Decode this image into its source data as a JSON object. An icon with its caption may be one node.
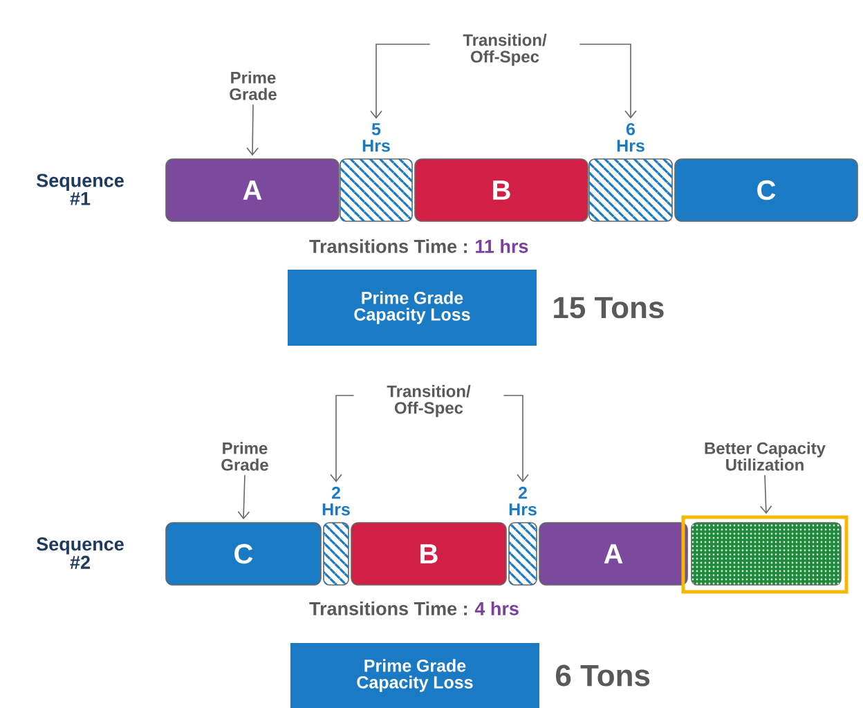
{
  "diagram": {
    "nodes": [
      {
        "text": [
          "Prime Grade"
        ]
      },
      {
        "text": [
          "Transition/ Off-Spec"
        ]
      },
      {
        "text": [
          "A"
        ]
      },
      {
        "text": [],
        "shape": "box",
        "beside": [
          "5 Hrs"
        ]
      },
      {
        "text": [
          "B"
        ]
      },
      {
        "text": [],
        "shape": "box",
        "beside": [
          "6 Hrs"
        ]
      },
      {
        "text": [
          "C"
        ]
      },
      {
        "text": [
          "Prime Grade Capacity Loss"
        ],
        "beside": [
          "15 Tons"
        ]
      },
      {
        "text": [
          "Prime Grade"
        ]
      },
      {
        "text": [
          "Transition/ Off-Spec"
        ]
      },
      {
        "text": [
          "Better Capacity Utilization"
        ]
      },
      {
        "text": [
          "C"
        ]
      },
      {
        "text": [],
        "shape": "box",
        "beside": [
          "2 Hrs"
        ]
      },
      {
        "text": [
          "B"
        ]
      },
      {
        "text": [],
        "shape": "box",
        "beside": [
          "2 Hrs"
        ]
      },
      {
        "text": [
          "A"
        ]
      },
      {
        "text": [],
        "shape": "box"
      },
      {
        "text": [
          "Prime Grade Capacity Loss"
        ],
        "beside": [
          "6 Tons"
        ]
      }
    ],
    "edges": [
      {
        "from": 0,
        "to": 2,
        "arrow": "to"
      },
      {
        "from": 1,
        "to": 3,
        "arrow": "to"
      },
      {
        "from": 1,
        "to": 5,
        "arrow": "to"
      },
      {
        "from": 8,
        "to": 11,
        "arrow": "to"
      },
      {
        "from": 9,
        "to": 12,
        "arrow": "to"
      },
      {
        "from": 9,
        "to": 14,
        "arrow": "to"
      },
      {
        "from": 10,
        "to": 16,
        "arrow": "to"
      }
    ],
    "labels": [
      "Sequence #1",
      "Transitions Time :",
      "11 hrs",
      "Sequence #2",
      "Transitions Time :",
      "4 hrs"
    ]
  }
}
